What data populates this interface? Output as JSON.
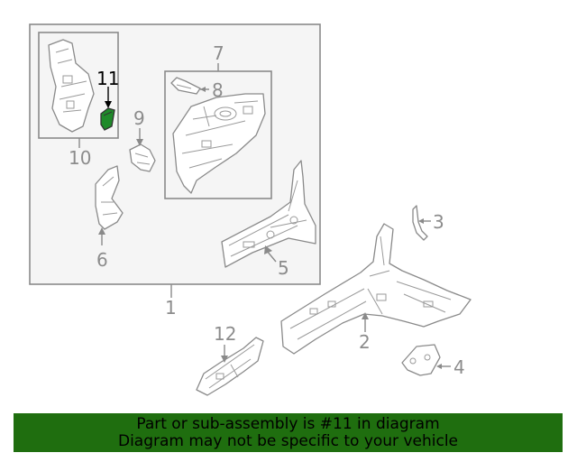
{
  "callouts": [
    "1",
    "2",
    "3",
    "4",
    "5",
    "6",
    "7",
    "8",
    "9",
    "10",
    "11",
    "12"
  ],
  "highlight_part": "11",
  "banner": {
    "line1": "Part or sub-assembly is #11 in diagram",
    "line2": "Diagram may not be specific to your vehicle"
  },
  "colors": {
    "banner_bg": "#1f6e0f",
    "banner_text": "#000000",
    "highlight_fill": "#1f8a2a",
    "line": "#8a8a8a",
    "label": "#8c8c8c",
    "group_box_fill": "#f5f5f5"
  }
}
